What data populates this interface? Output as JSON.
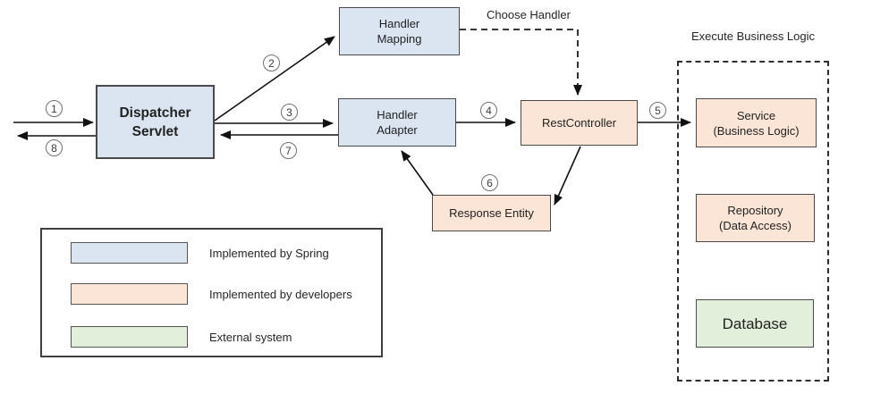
{
  "diagram": {
    "labels": {
      "choose_handler": "Choose Handler",
      "execute_business_logic": "Execute Business Logic"
    },
    "nodes": {
      "dispatcher_servlet": {
        "line1": "Dispatcher",
        "line2": "Servlet",
        "color": "#dbe5f1"
      },
      "handler_mapping": {
        "line1": "Handler",
        "line2": "Mapping",
        "color": "#dbe5f1"
      },
      "handler_adapter": {
        "line1": "Handler",
        "line2": "Adapter",
        "color": "#dbe5f1"
      },
      "rest_controller": {
        "label": "RestController",
        "color": "#fbe5d6"
      },
      "response_entity": {
        "label": "Response Entity",
        "color": "#fbe5d6"
      },
      "service": {
        "line1": "Service",
        "line2": "(Business Logic)",
        "color": "#fbe5d6"
      },
      "repository": {
        "line1": "Repository",
        "line2": "(Data Access)",
        "color": "#fbe5d6"
      },
      "database": {
        "label": "Database",
        "color": "#e2efda"
      }
    },
    "steps": [
      "1",
      "2",
      "3",
      "4",
      "5",
      "6",
      "7",
      "8"
    ],
    "legend": {
      "items": [
        {
          "label": "Implemented by Spring",
          "color": "#dbe5f1"
        },
        {
          "label": "Implemented by developers",
          "color": "#fbe5d6"
        },
        {
          "label": "External system",
          "color": "#e2efda"
        }
      ]
    },
    "colors": {
      "spring_blue": "#dbe5f1",
      "developer_peach": "#fbe5d6",
      "external_green": "#e2efda",
      "node_border": "#4a4a4a",
      "arrow": "#111111"
    }
  }
}
